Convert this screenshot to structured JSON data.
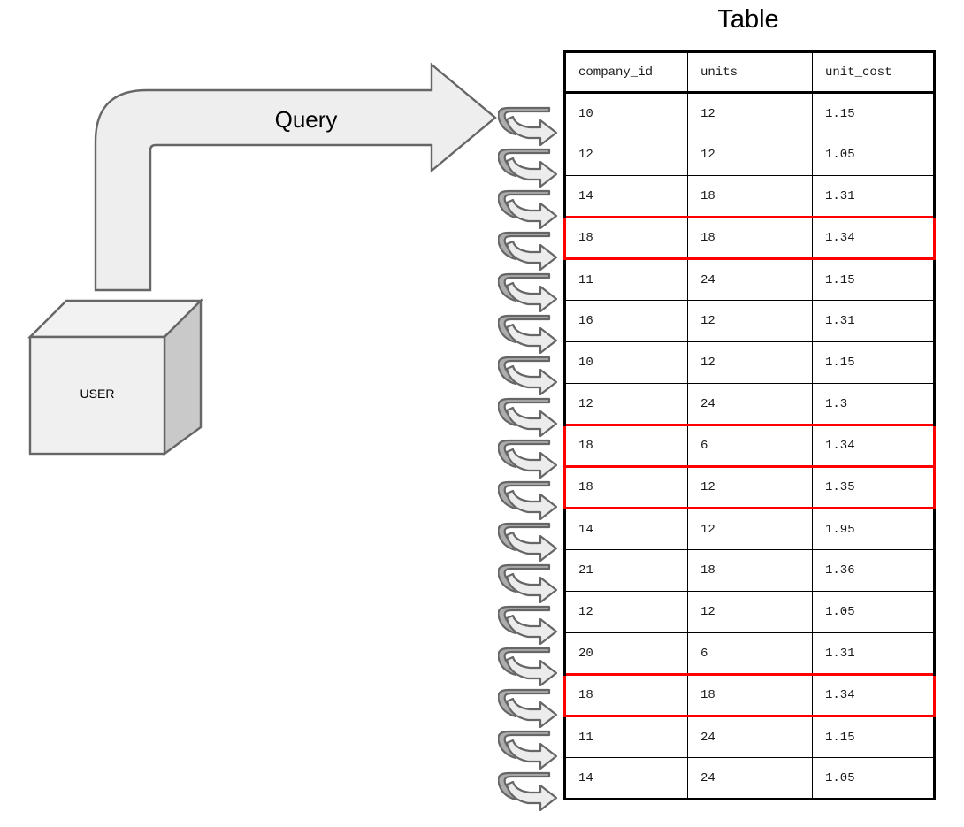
{
  "diagram": {
    "title_right": "Table",
    "arrow_label": "Query",
    "actor_label": "USER",
    "colors": {
      "arrow_fill": "#eeeeee",
      "arrow_stroke": "#666666",
      "cube_front": "#f0f0f0",
      "cube_top": "#f2f2f2",
      "cube_side": "#c9c9c9",
      "cube_stroke": "#666666",
      "coil_dark": "#adadad",
      "coil_light": "#ececec",
      "coil_stroke": "#666666",
      "table_border": "#000000",
      "highlight": "#ff0000"
    },
    "coil_count": 17
  },
  "table": {
    "columns": [
      "company_id",
      "units",
      "unit_cost"
    ],
    "rows": [
      {
        "company_id": "10",
        "units": "12",
        "unit_cost": "1.15",
        "highlighted": false
      },
      {
        "company_id": "12",
        "units": "12",
        "unit_cost": "1.05",
        "highlighted": false
      },
      {
        "company_id": "14",
        "units": "18",
        "unit_cost": "1.31",
        "highlighted": false
      },
      {
        "company_id": "18",
        "units": "18",
        "unit_cost": "1.34",
        "highlighted": true
      },
      {
        "company_id": "11",
        "units": "24",
        "unit_cost": "1.15",
        "highlighted": false
      },
      {
        "company_id": "16",
        "units": "12",
        "unit_cost": "1.31",
        "highlighted": false
      },
      {
        "company_id": "10",
        "units": "12",
        "unit_cost": "1.15",
        "highlighted": false
      },
      {
        "company_id": "12",
        "units": "24",
        "unit_cost": "1.3",
        "highlighted": false
      },
      {
        "company_id": "18",
        "units": "6",
        "unit_cost": "1.34",
        "highlighted": true
      },
      {
        "company_id": "18",
        "units": "12",
        "unit_cost": "1.35",
        "highlighted": true
      },
      {
        "company_id": "14",
        "units": "12",
        "unit_cost": "1.95",
        "highlighted": false
      },
      {
        "company_id": "21",
        "units": "18",
        "unit_cost": "1.36",
        "highlighted": false
      },
      {
        "company_id": "12",
        "units": "12",
        "unit_cost": "1.05",
        "highlighted": false
      },
      {
        "company_id": "20",
        "units": "6",
        "unit_cost": "1.31",
        "highlighted": false
      },
      {
        "company_id": "18",
        "units": "18",
        "unit_cost": "1.34",
        "highlighted": true
      },
      {
        "company_id": "11",
        "units": "24",
        "unit_cost": "1.15",
        "highlighted": false
      },
      {
        "company_id": "14",
        "units": "24",
        "unit_cost": "1.05",
        "highlighted": false
      }
    ]
  }
}
